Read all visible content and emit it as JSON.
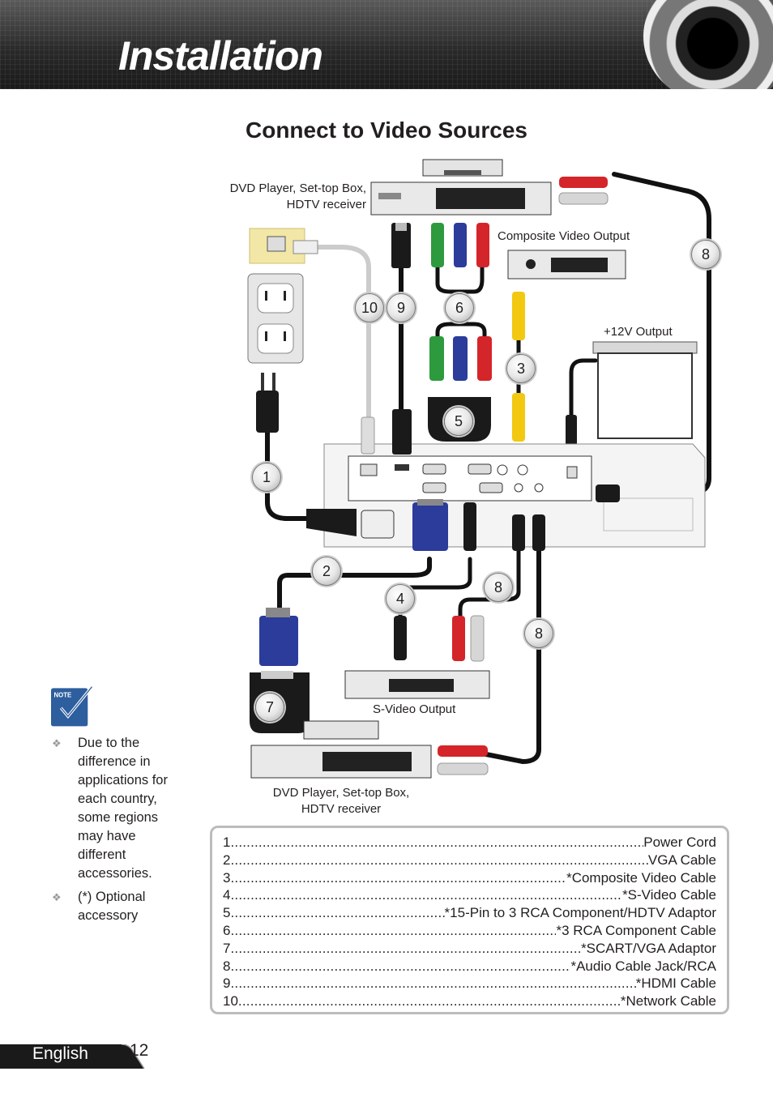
{
  "header": {
    "title": "Installation"
  },
  "page_heading": "Connect to Video Sources",
  "labels": {
    "dvd_top": [
      "DVD Player, Set-top Box,",
      "HDTV receiver"
    ],
    "composite_output": "Composite Video Output",
    "twelve_v_output": "+12V Output",
    "svideo_output": "S-Video Output",
    "dvd_bottom": [
      "DVD Player, Set-top Box,",
      "HDTV receiver"
    ]
  },
  "badges": [
    "8",
    "10",
    "9",
    "6",
    "3",
    "5",
    "1",
    "2",
    "4",
    "8",
    "8",
    "7"
  ],
  "note": {
    "icon_label": "NOTE",
    "items": [
      "Due to the difference in applications for each country, some regions may have different accessories.",
      "(*) Optional accessory"
    ]
  },
  "legend": [
    {
      "num": "1",
      "name": "Power Cord"
    },
    {
      "num": "2",
      "name": "VGA Cable"
    },
    {
      "num": "3",
      "name": "*Composite Video Cable"
    },
    {
      "num": "4",
      "name": "*S-Video Cable"
    },
    {
      "num": "5",
      "name": "*15-Pin to 3 RCA Component/HDTV Adaptor"
    },
    {
      "num": "6",
      "name": "*3 RCA Component Cable"
    },
    {
      "num": "7",
      "name": "*SCART/VGA Adaptor"
    },
    {
      "num": "8",
      "name": "*Audio Cable Jack/RCA"
    },
    {
      "num": "9",
      "name": "*HDMI Cable"
    },
    {
      "num": "10",
      "name": "*Network Cable"
    }
  ],
  "footer": {
    "language": "English",
    "page_number": "12"
  },
  "colors": {
    "header_dark": "#2a2a2a",
    "legend_border": "#bcbcbc",
    "footer_tab": "#1a1a1a",
    "vga_blue": "#2b3c9b",
    "rca_red": "#d4252a",
    "rca_yellow": "#f2c811",
    "rca_green": "#2e9a3e"
  }
}
